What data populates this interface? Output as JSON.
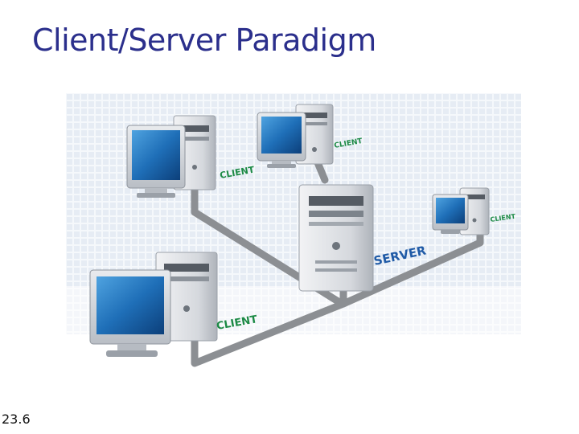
{
  "slide": {
    "title": "Client/Server Paradigm",
    "number": "23.6"
  },
  "diagram": {
    "server": {
      "label": "SERVER"
    },
    "clients": [
      {
        "label": "CLIENT"
      },
      {
        "label": "CLIENT"
      },
      {
        "label": "CLIENT"
      },
      {
        "label": "CLIENT"
      }
    ]
  }
}
